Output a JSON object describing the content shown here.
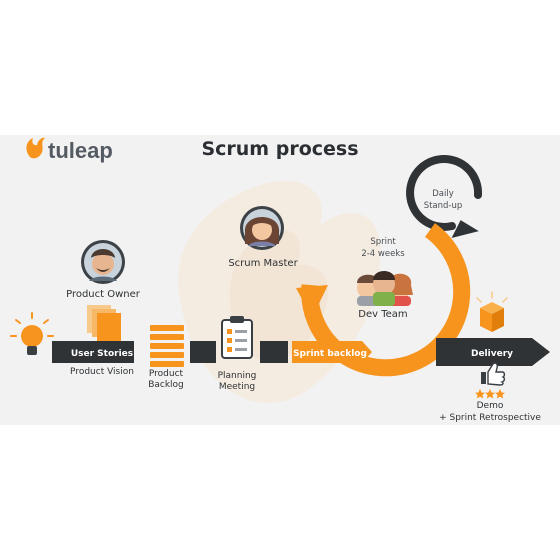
{
  "brand": {
    "logo_text": "tuleap"
  },
  "title": "Scrum process",
  "roles": {
    "product_owner": "Product Owner",
    "scrum_master": "Scrum Master",
    "dev_team": "Dev Team"
  },
  "cycle": {
    "sprint_line1": "Sprint",
    "sprint_line2": "2-4 weeks",
    "daily_line1": "Daily",
    "daily_line2": "Stand-up"
  },
  "flow": {
    "user_stories": "User Stories",
    "sprint_backlog": "Sprint backlog",
    "delivery": "Delivery"
  },
  "captions": {
    "product_vision": "Product Vision",
    "product_backlog_1": "Product",
    "product_backlog_2": "Backlog",
    "planning_meeting_1": "Planning",
    "planning_meeting_2": "Meeting",
    "demo": "Demo",
    "sprint_retrospective": "+ Sprint Retrospective"
  },
  "colors": {
    "orange": "#f7941d",
    "dark": "#2f3336",
    "background": "#f2f2f2",
    "text": "#2e3235"
  },
  "icons": [
    "lightbulb-icon",
    "document-stack-icon",
    "backlog-list-icon",
    "clipboard-checklist-icon",
    "gift-box-icon",
    "thumbs-up-icon",
    "star-icon",
    "cycle-arrow-icon"
  ]
}
